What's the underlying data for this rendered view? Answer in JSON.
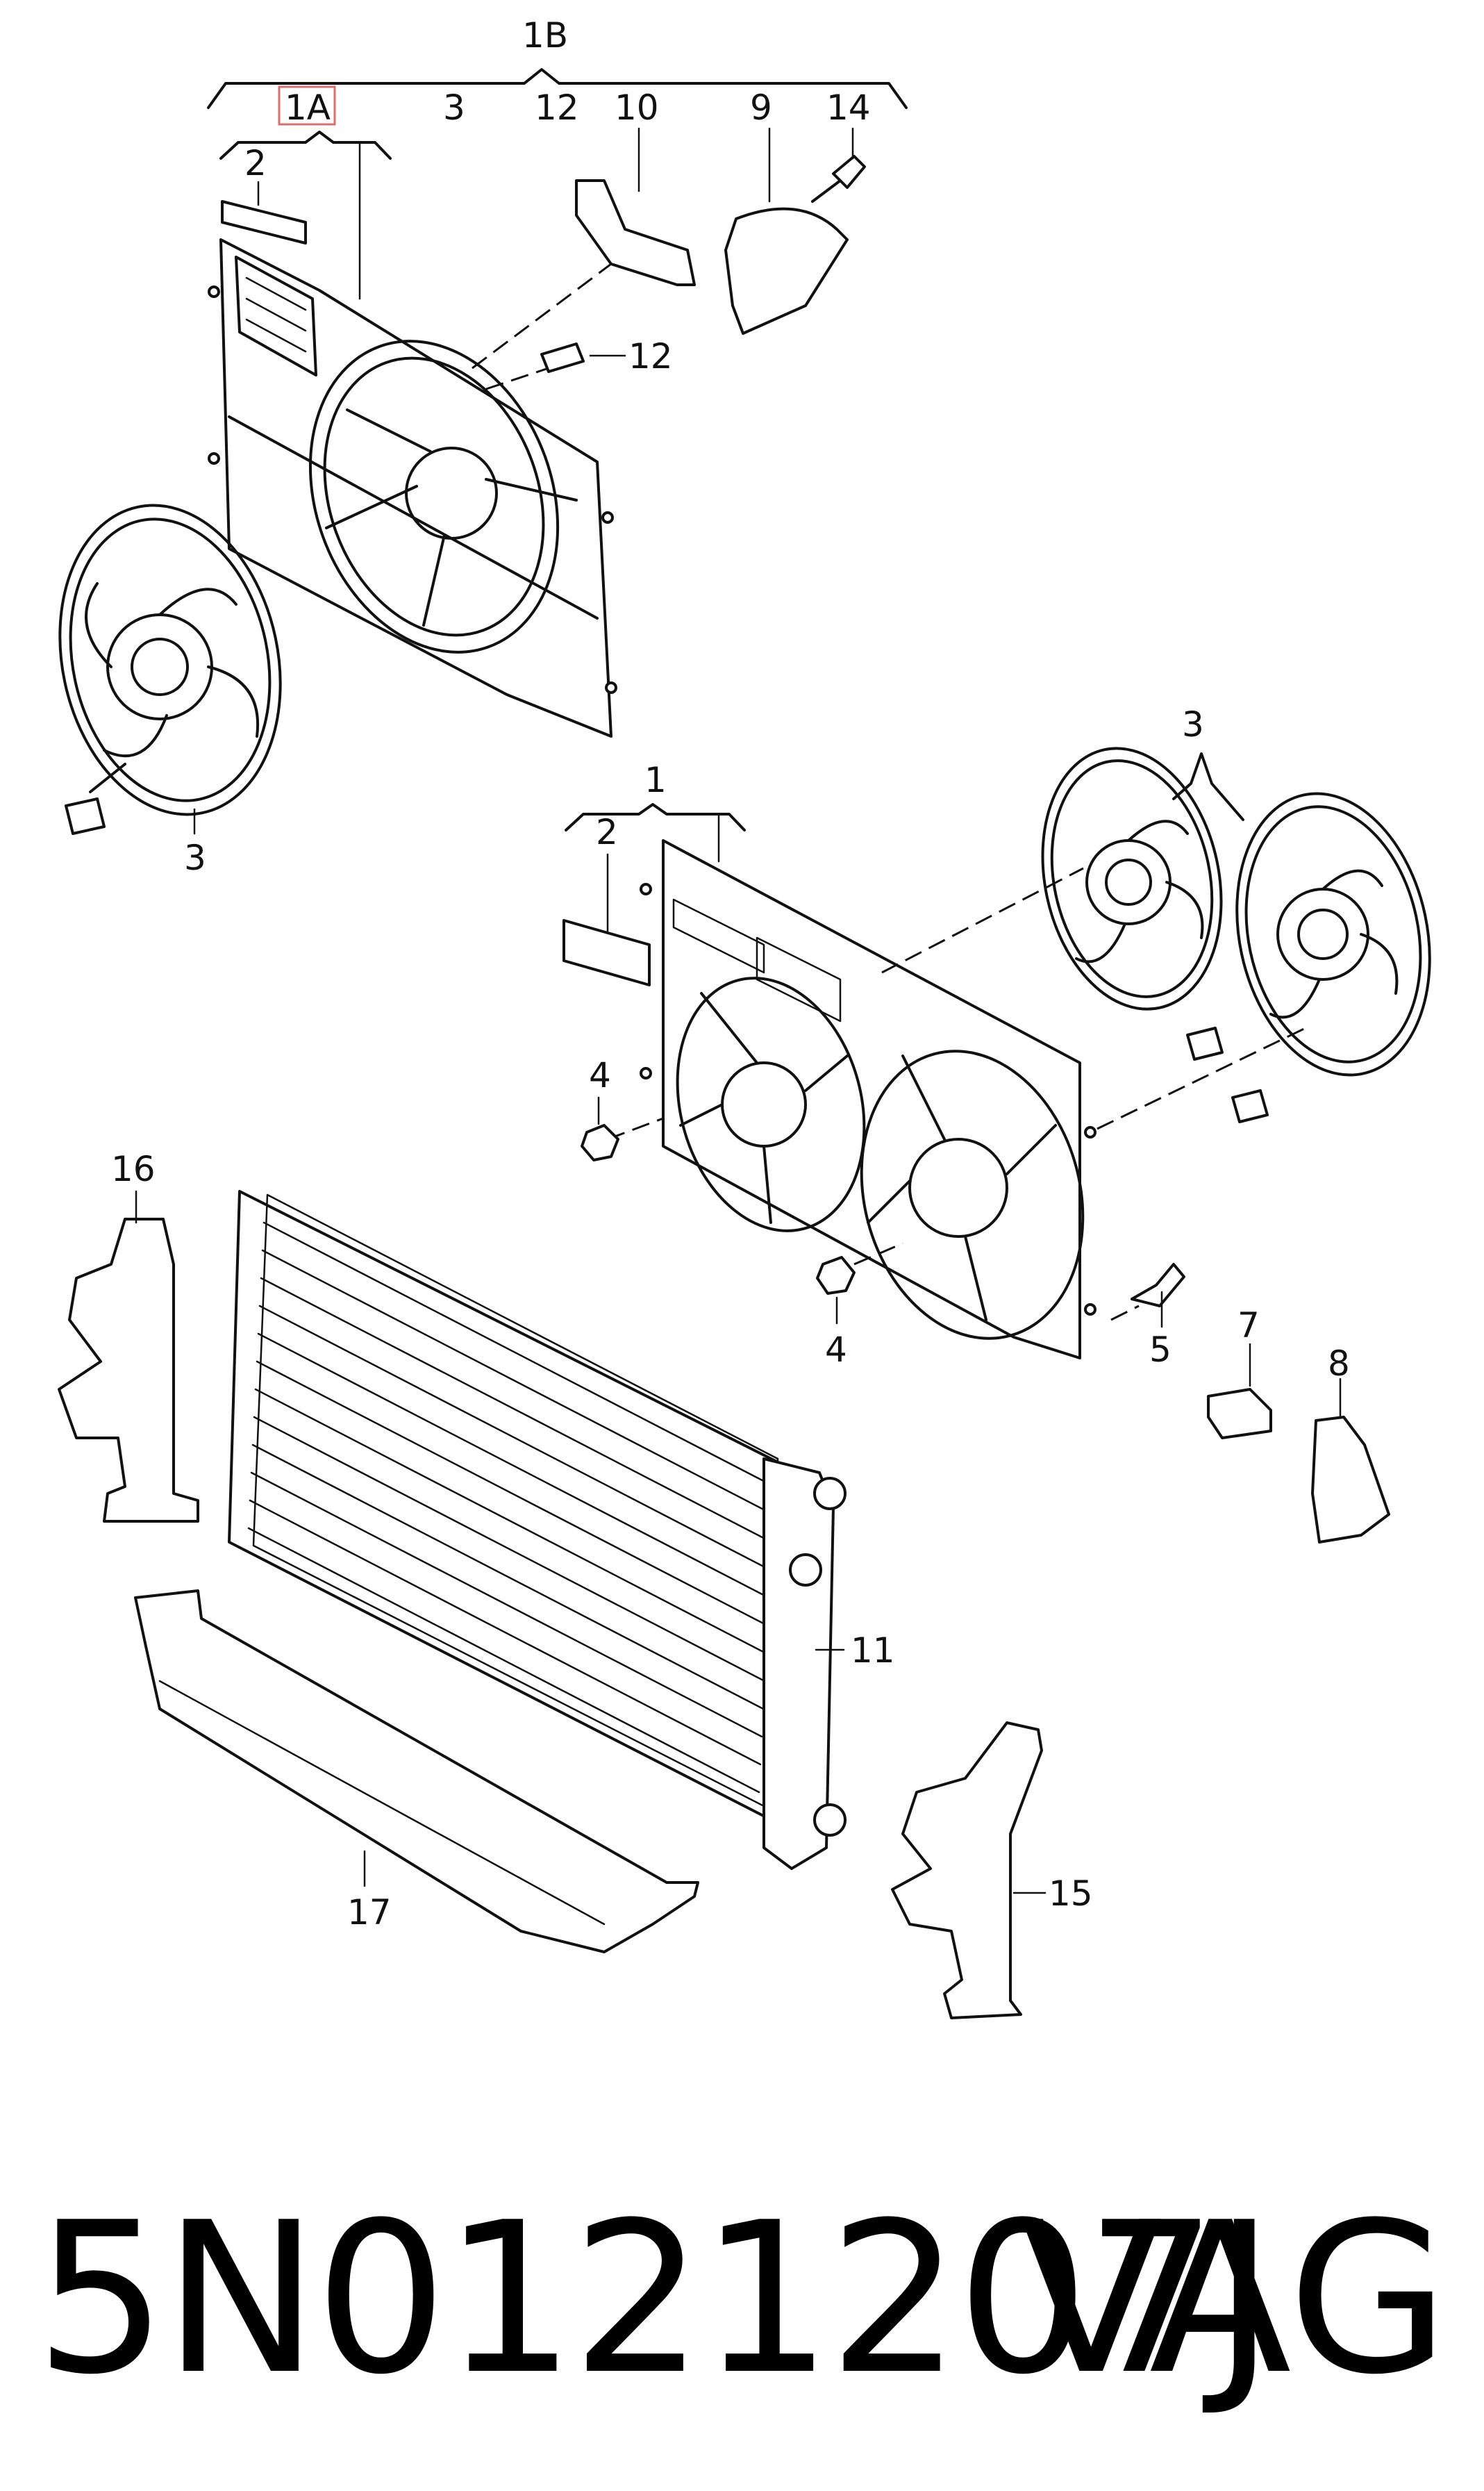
{
  "diagram": {
    "callouts": {
      "c_1b": "1B",
      "c_1a": "1A",
      "c_3_top": "3",
      "c_12_top": "12",
      "c_10": "10",
      "c_9": "9",
      "c_14": "14",
      "c_2_top": "2",
      "c_12_screw": "12",
      "c_3_left": "3",
      "c_1": "1",
      "c_2_mid": "2",
      "c_3_right": "3",
      "c_4_upper": "4",
      "c_4_lower": "4",
      "c_5": "5",
      "c_7": "7",
      "c_8": "8",
      "c_16": "16",
      "c_11": "11",
      "c_17": "17",
      "c_15": "15"
    },
    "highlight_color": "#e06b6b"
  },
  "footer": {
    "part_number": "5N0121207J",
    "brand": "VAG"
  }
}
